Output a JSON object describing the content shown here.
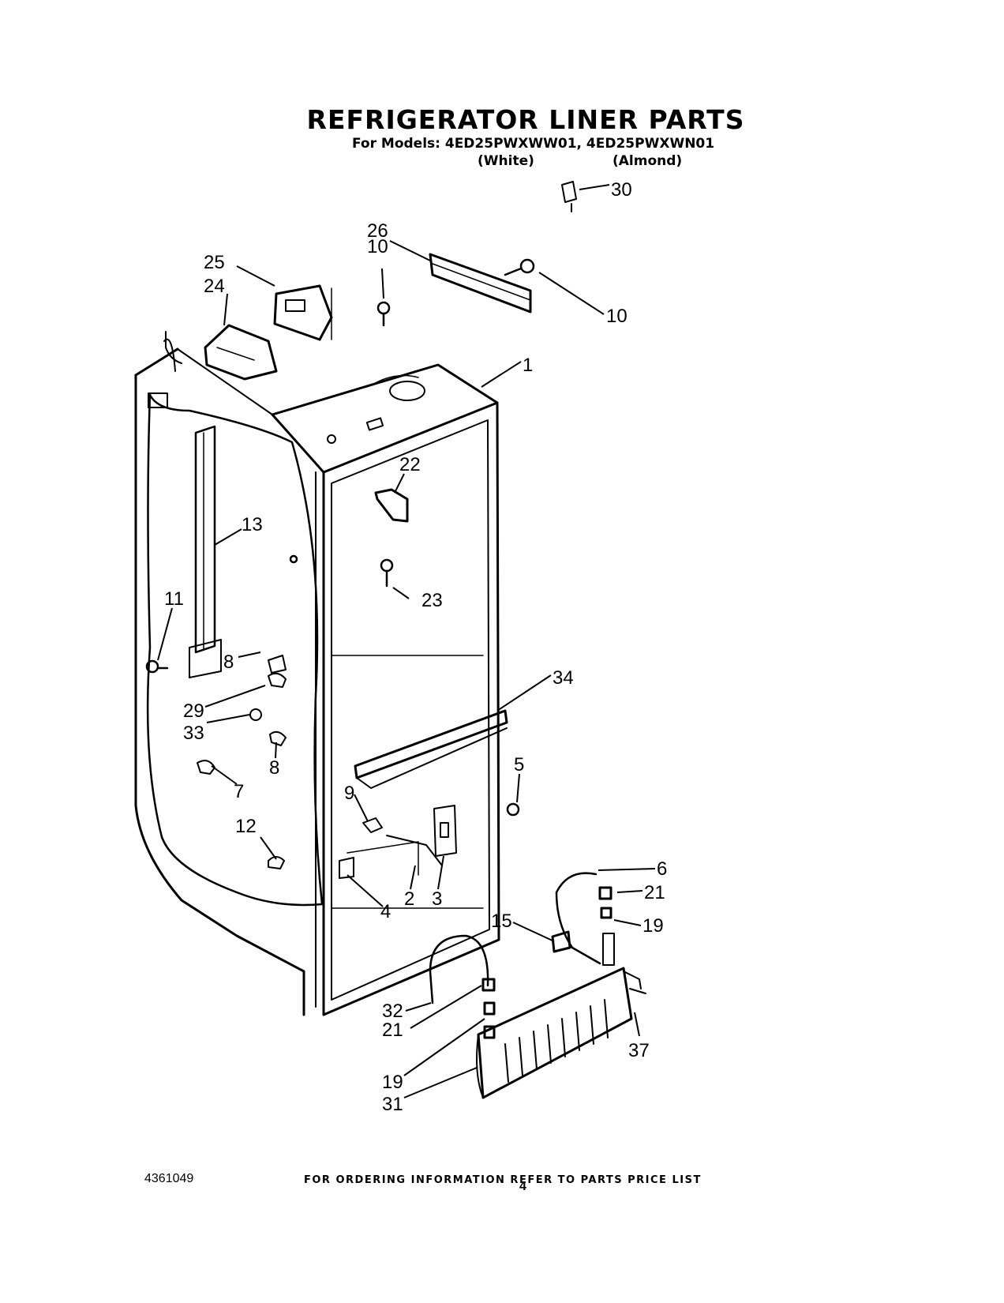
{
  "header": {
    "title": "REFRIGERATOR LINER PARTS",
    "models": "For Models: 4ED25PWXWW01, 4ED25PWXWN01",
    "color_white": "(White)",
    "color_almond": "(Almond)"
  },
  "callouts": {
    "c1": "1",
    "c2": "2",
    "c3": "3",
    "c4": "4",
    "c5": "5",
    "c6": "6",
    "c7": "7",
    "c8a": "8",
    "c8b": "8",
    "c9": "9",
    "c10a": "10",
    "c10b": "10",
    "c11": "11",
    "c12": "12",
    "c13": "13",
    "c15": "15",
    "c19a": "19",
    "c19b": "19",
    "c21a": "21",
    "c21b": "21",
    "c22": "22",
    "c23": "23",
    "c24": "24",
    "c25": "25",
    "c26": "26",
    "c29": "29",
    "c30": "30",
    "c31": "31",
    "c32": "32",
    "c33": "33",
    "c34": "34",
    "c37": "37"
  },
  "footer": {
    "ordering": "FOR ORDERING INFORMATION REFER TO PARTS PRICE LIST",
    "doc_number": "4361049",
    "page_number": "4"
  }
}
